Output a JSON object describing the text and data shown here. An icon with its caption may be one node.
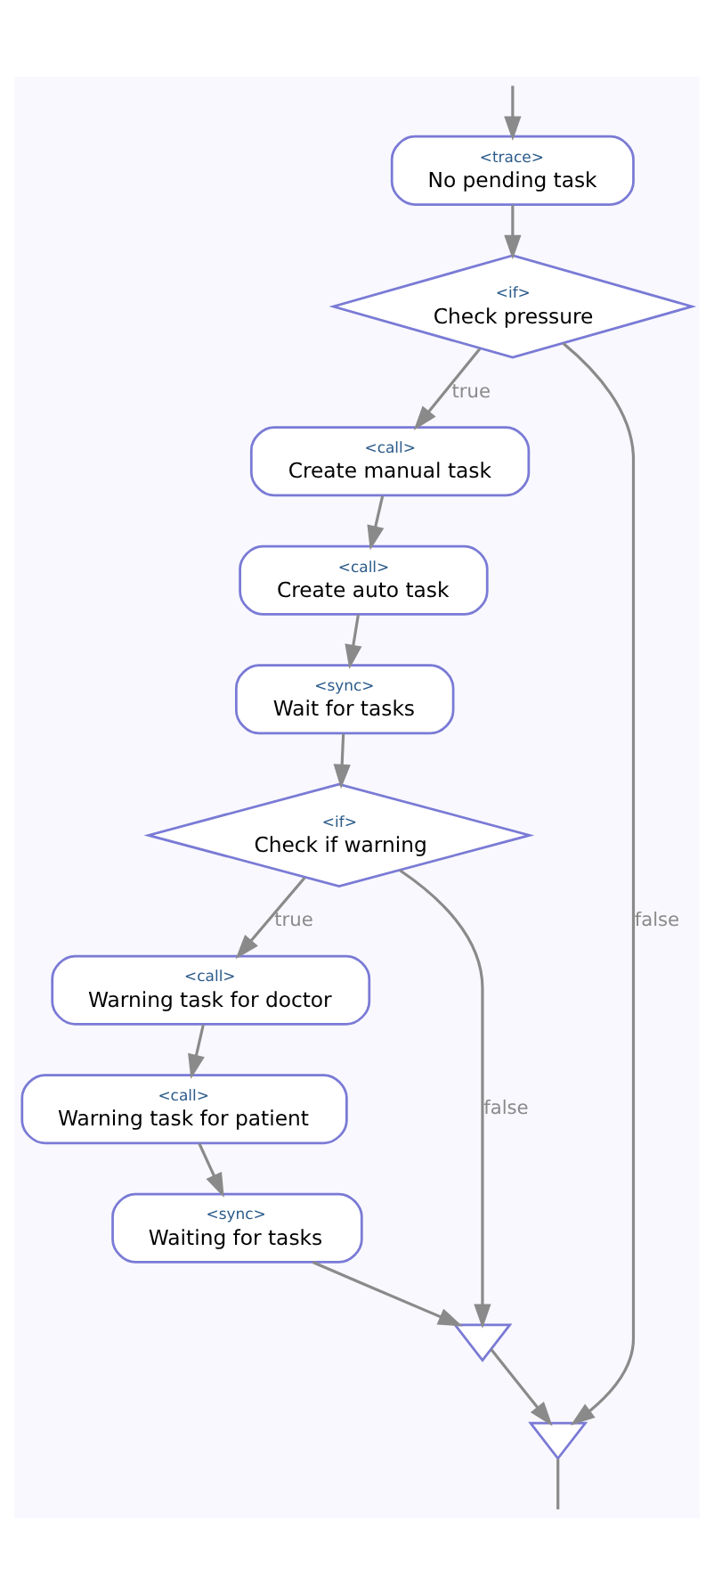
{
  "diagram": {
    "nodes": [
      {
        "text": [
          "<trace>",
          "No pending task"
        ]
      },
      {
        "text": [
          "<if>",
          "Check pressure"
        ]
      },
      {
        "text": [
          "<call>",
          "Create manual task"
        ]
      },
      {
        "text": [
          "<call>",
          "Create auto task"
        ]
      },
      {
        "text": [
          "<sync>",
          "Wait for tasks"
        ]
      },
      {
        "text": [
          "<if>",
          "Check if warning"
        ]
      },
      {
        "text": [
          "<call>",
          "Warning task for doctor"
        ]
      },
      {
        "text": [
          "<call>",
          "Warning task for patient"
        ]
      },
      {
        "text": [
          "<sync>",
          "Waiting for tasks"
        ]
      },
      {
        "text": [],
        "shape": "triangle"
      },
      {
        "text": [],
        "shape": "triangle"
      }
    ],
    "edges": [
      {
        "from": null,
        "to": 0,
        "arrow": "to"
      },
      {
        "from": 0,
        "to": 1,
        "arrow": "to"
      },
      {
        "from": 1,
        "to": 2,
        "arrow": "to",
        "label": "true"
      },
      {
        "from": 2,
        "to": 3,
        "arrow": "to"
      },
      {
        "from": 3,
        "to": 4,
        "arrow": "to"
      },
      {
        "from": 4,
        "to": 5,
        "arrow": "to"
      },
      {
        "from": 5,
        "to": 6,
        "arrow": "to",
        "label": "true"
      },
      {
        "from": 6,
        "to": 7,
        "arrow": "to"
      },
      {
        "from": 7,
        "to": 8,
        "arrow": "to"
      },
      {
        "from": 8,
        "to": 9,
        "arrow": "to"
      },
      {
        "from": 5,
        "to": 9,
        "arrow": "to",
        "label": "false"
      },
      {
        "from": 9,
        "to": 10,
        "arrow": "to"
      },
      {
        "from": 1,
        "to": 10,
        "arrow": "to",
        "label": "false"
      },
      {
        "from": 10,
        "to": null,
        "arrow": "none"
      }
    ]
  }
}
